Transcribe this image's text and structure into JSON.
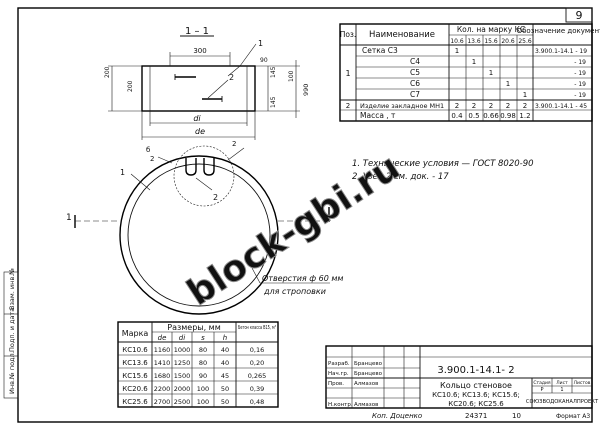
{
  "sheet": {
    "number": "9",
    "inventory": "24371",
    "sheet_no": "10",
    "format": "Формат А3",
    "copied_by": "Коп. Доценко",
    "watermark": "block-gbi.ru",
    "side_stamp": [
      "Инв.№ подл.",
      "Подп. и дата",
      "Взам. инв.№"
    ]
  },
  "section": {
    "title": "1 – 1",
    "dim_300": "300",
    "dim_90": "90",
    "dim_ne": "100",
    "dim_height": "990",
    "dim_top": "145",
    "dim_bottom": "145",
    "dim_left_top": "200",
    "dim_left_mid": "200",
    "dim_di": "di",
    "dim_de": "de",
    "callout_1": "1",
    "callout_2": "2"
  },
  "plan": {
    "section_mark": "1",
    "label_b": "б",
    "label_2": "2",
    "callout_1": "1",
    "callout_2": "2",
    "note_line1": "Отверстия ф 60 мм",
    "note_line2": "для строповки"
  },
  "notes": {
    "n1": "1. Технические условия — ГОСТ 8020-90",
    "n2": "2. Узел 2 см. док. - 17"
  },
  "spec": {
    "col_pos": "Поз.",
    "col_name": "Наименование",
    "col_qty": "Кол. на марку КС",
    "col_doc": "Обозначение документа",
    "qty_cols": [
      "10.6",
      "13.6",
      "15.6",
      "20.6",
      "25.6"
    ],
    "rows": [
      {
        "pos": "",
        "name": "Сетка   С3",
        "q": [
          "1",
          "",
          "",
          "",
          ""
        ],
        "doc": "3.900.1-14.1 - 19"
      },
      {
        "pos": "",
        "name": "С4",
        "q": [
          "",
          "1",
          "",
          "",
          ""
        ],
        "doc": "- 19"
      },
      {
        "pos": "",
        "name": "С5",
        "q": [
          "",
          "",
          "1",
          "",
          ""
        ],
        "doc": "- 19"
      },
      {
        "pos": "",
        "name": "С6",
        "q": [
          "",
          "",
          "",
          "1",
          ""
        ],
        "doc": "- 19"
      },
      {
        "pos": "",
        "name": "С7",
        "q": [
          "",
          "",
          "",
          "",
          "1"
        ],
        "doc": "- 19"
      },
      {
        "pos": "2",
        "name": "Изделие закладное МН1",
        "q": [
          "2",
          "2",
          "2",
          "2",
          "2"
        ],
        "doc": "3.900.1-14.1 - 45"
      },
      {
        "pos": "",
        "name": "Масса , т",
        "q": [
          "0.4",
          "0.5",
          "0.66",
          "0.98",
          "1.2"
        ],
        "doc": ""
      }
    ],
    "group_pos": "1"
  },
  "dims_table": {
    "h_mark": "Марка",
    "h_sizes": "Размеры, мм",
    "h_concrete": "Бетон класса В15, м³",
    "sub": [
      "de",
      "di",
      "s",
      "h"
    ],
    "rows": [
      {
        "mark": "КС10.6",
        "v": [
          "1160",
          "1000",
          "80",
          "40"
        ],
        "c": "0,16"
      },
      {
        "mark": "КС13.6",
        "v": [
          "1410",
          "1250",
          "80",
          "40"
        ],
        "c": "0,20"
      },
      {
        "mark": "КС15.6",
        "v": [
          "1680",
          "1500",
          "90",
          "45",
          ""
        ],
        "c": "0,265"
      },
      {
        "mark": "КС20.6",
        "v": [
          "2200",
          "2000",
          "100",
          "50"
        ],
        "c": "0,39"
      },
      {
        "mark": "КС25.6",
        "v": [
          "2700",
          "2500",
          "100",
          "50"
        ],
        "c": "0,48"
      }
    ]
  },
  "title_block": {
    "code": "3.900.1-14.1- 2",
    "title_l1": "Кольцо стеновое",
    "title_l2": "КС10.6; КС13.6; КС15.6;",
    "title_l3": "КС20.6; КС25.6",
    "org": "СОЮЗВОДОКАНАЛПРОЕКТ",
    "stage_h": "Стадия",
    "sheet_h": "Лист",
    "sheets_h": "Листов",
    "stage_v": "Р",
    "sheet_v": "1",
    "roles": [
      {
        "role": "Разраб.",
        "name": "Бранцево"
      },
      {
        "role": "Нач.гр.",
        "name": "Бранцево"
      },
      {
        "role": "Пров.",
        "name": "Алмазов"
      },
      {
        "role": "",
        "name": ""
      },
      {
        "role": "Н.контр.",
        "name": "Алмазов"
      }
    ]
  }
}
